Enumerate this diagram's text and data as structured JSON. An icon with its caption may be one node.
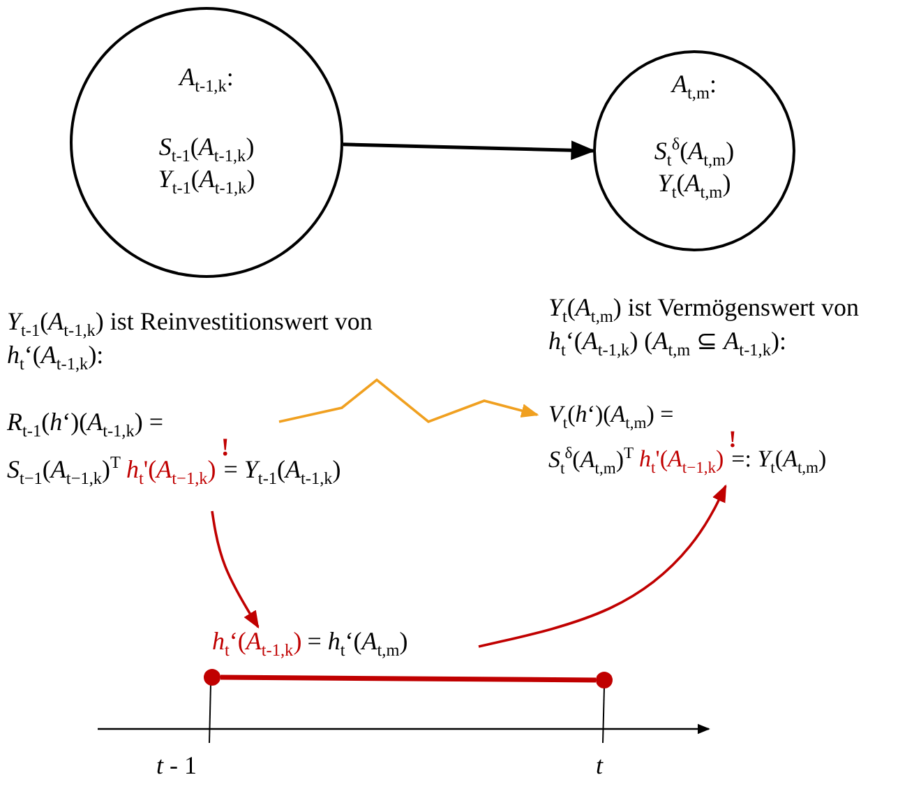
{
  "diagram": {
    "nodes": [
      {
        "text": [
          "*A*$_{t-1,k}$:",
          "*S*$_{t-1}$(*A*$_{t-1,k}$)",
          "*Y*$_{t-1}$(*A*$_{t-1,k}$)"
        ]
      },
      {
        "text": [
          "*A*$_{t,m}$:",
          "*S*$_{t}$$^{δ}$(*A*$_{t,m}$)",
          "*Y*$_{t}$(*A*$_{t,m}$)"
        ]
      },
      {
        "text": [
          "*Y*$_{t-1}$(*A*$_{t-1,k}$) ist Reinvestitionswert von *h*$_{t}$‘(*A*$_{t-1,k}$):"
        ]
      },
      {
        "text": [
          "*Y*$_{t}$(*A*$_{t,m}$) ist Vermögenswert von *h*$_{t}$‘(*A*$_{t-1,k}$) (*A*$_{t,m}$ ⊆ *A*$_{t-1,k}$):"
        ]
      },
      {
        "text": [
          "*R*$_{t-1}$(*h*‘)(*A*$_{t-1,k}$) =",
          "*S*$_{t−1}$(*A*$_{t−1,k}$)$^{T}$",
          "*h*$_{t}$'(*A*$_{t−1,k}$)",
          "!",
          "= *Y*$_{t-1}$(*A*$_{t-1,k}$)"
        ]
      },
      {
        "text": [
          "*V*$_{t}$(*h*‘)(*A*$_{t,m}$) =",
          "*S*$_{t}$$^{δ}$(*A*$_{t,m}$)$^{T}$",
          "*h*$_{t}$'(*A*$_{t−1,k}$)",
          "!",
          "=: *Y*$_{t}$(*A*$_{t,m}$)"
        ]
      },
      {
        "text": [
          "*h*$_{t}$‘(*A*$_{t-1,k}$)",
          "= *h*$_{t}$‘(*A*$_{t,m}$)"
        ]
      },
      {
        "text": [],
        "shape": "circle"
      },
      {
        "text": [],
        "shape": "circle"
      }
    ],
    "edges": [
      {
        "from": 0,
        "to": 1,
        "arrow": "to",
        "color": "#000000"
      },
      {
        "from": 4,
        "to": 5,
        "arrow": "to",
        "color": "#f0a020"
      },
      {
        "from": 4,
        "to": 6,
        "arrow": "to",
        "color": "#c00000"
      },
      {
        "from": 6,
        "to": 5,
        "arrow": "to",
        "color": "#c00000"
      },
      {
        "from": 7,
        "to": 8,
        "arrow": "none",
        "style": "thick",
        "color": "#c00000"
      }
    ],
    "labels": [
      "*t* - 1",
      "t"
    ]
  }
}
